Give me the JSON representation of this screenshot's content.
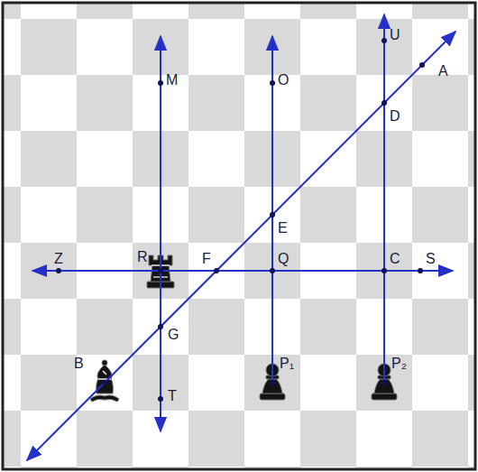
{
  "diagram": {
    "labels": [
      "M",
      "O",
      "U",
      "A",
      "D",
      "E",
      "Z",
      "R",
      "F",
      "Q",
      "C",
      "S",
      "G",
      "B",
      "T",
      "P₁",
      "P₂"
    ]
  }
}
